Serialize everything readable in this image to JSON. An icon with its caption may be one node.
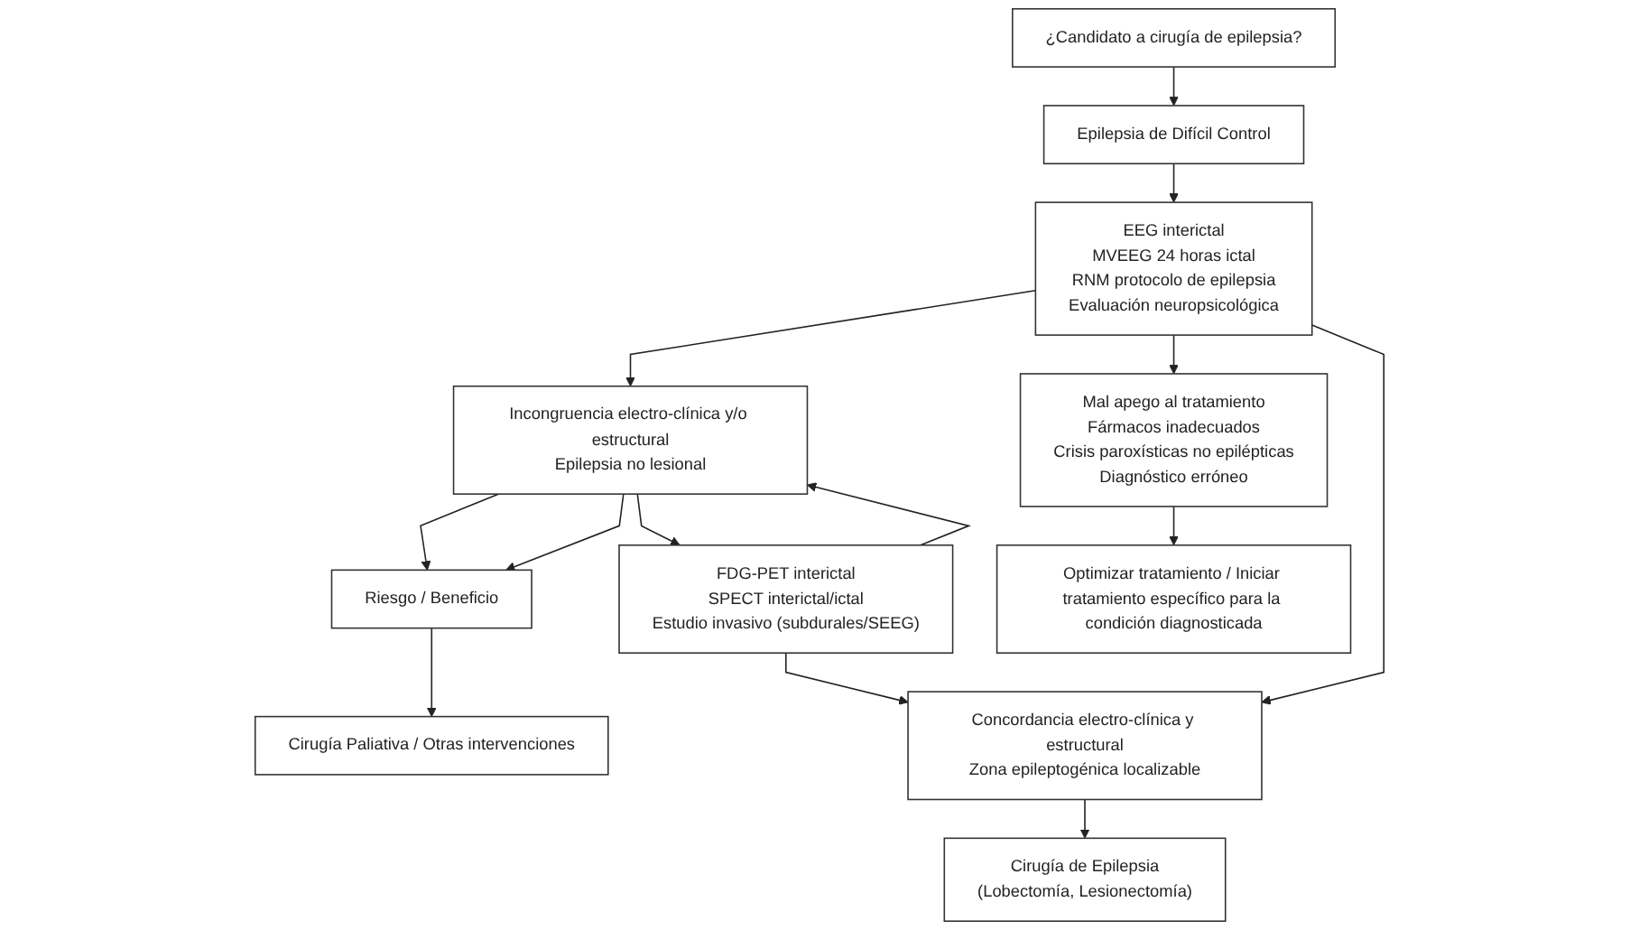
{
  "diagram": {
    "nodes": [
      {
        "text": [
          "Cirugía Paliativa / Otras intervenciones"
        ]
      },
      {
        "text": [
          "¿Candidato a cirugía de epilepsia?"
        ]
      },
      {
        "text": [
          "Riesgo / Beneficio"
        ]
      },
      {
        "text": [
          "Epilepsia de Difícil Control"
        ]
      },
      {
        "text": [
          "Incongruencia electro-clínica y/o estructural",
          "Epilepsia no lesional"
        ]
      },
      {
        "text": [
          "EEG interictal",
          "MVEEG 24 horas ictal",
          "RNM protocolo de epilepsia",
          "Evaluación neuropsicológica"
        ]
      },
      {
        "text": [
          "Mal apego al tratamiento",
          "Fármacos inadecuados",
          "Crisis paroxísticas no epilépticas",
          "Diagnóstico erróneo"
        ]
      },
      {
        "text": [
          "FDG-PET interictal",
          "SPECT interictal/ictal",
          "Estudio invasivo (subdurales/SEEG)"
        ]
      },
      {
        "text": [
          "Concordancia electro-clínica y estructural",
          "Zona epileptogénica localizable"
        ]
      },
      {
        "text": [
          "Optimizar tratamiento / Iniciar tratamiento específico para la condición diagnosticada"
        ]
      },
      {
        "text": [
          "Cirugía de Epilepsia",
          "(Lobectomía, Lesionectomía)"
        ]
      }
    ],
    "edges": [
      {
        "from": 1,
        "to": 3,
        "arrow": "to"
      },
      {
        "from": 3,
        "to": 5,
        "arrow": "to"
      },
      {
        "from": 5,
        "to": 4,
        "arrow": "to"
      },
      {
        "from": 5,
        "to": 6,
        "arrow": "to"
      },
      {
        "from": 5,
        "to": 8,
        "arrow": "to"
      },
      {
        "from": 4,
        "to": 2,
        "arrow": "to"
      },
      {
        "from": 4,
        "to": 2,
        "arrow": "to"
      },
      {
        "from": 2,
        "to": 0,
        "arrow": "to"
      },
      {
        "from": 7,
        "to": 4,
        "arrow": "to"
      },
      {
        "from": 4,
        "to": 7,
        "arrow": "to"
      },
      {
        "from": 7,
        "to": 8,
        "arrow": "to"
      },
      {
        "from": 8,
        "to": 10,
        "arrow": "to"
      },
      {
        "from": 6,
        "to": 9,
        "arrow": "to"
      }
    ]
  }
}
